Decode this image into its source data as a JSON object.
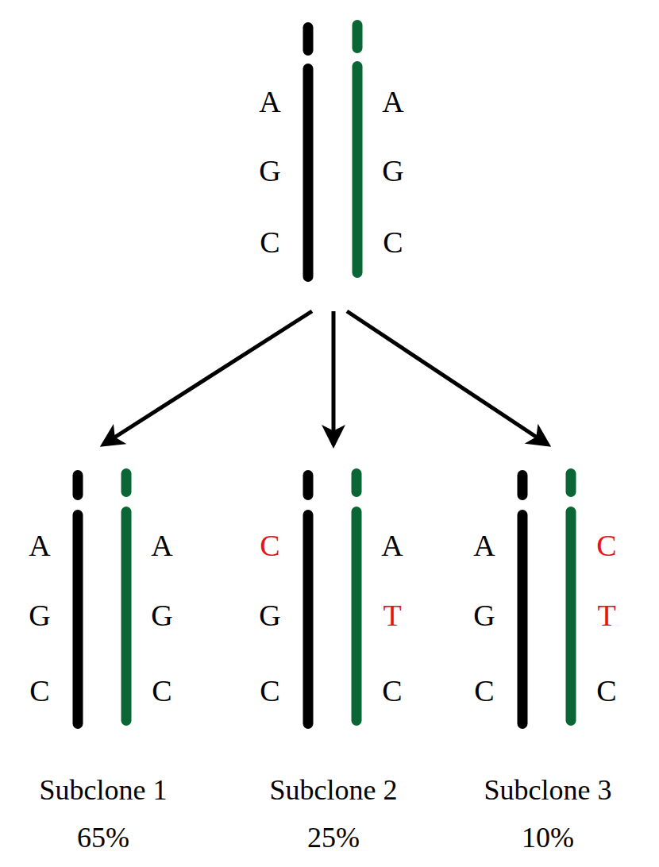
{
  "diagram": {
    "nodes": [
      {
        "text": [
          "A",
          "G",
          "C",
          "A",
          "G",
          "C"
        ]
      },
      {
        "text": [
          "A",
          "G",
          "C",
          "A",
          "G",
          "C",
          "Subclone 1",
          "65%"
        ]
      },
      {
        "text": [
          "C",
          "G",
          "C",
          "A",
          "T",
          "C",
          "Subclone 2",
          "25%"
        ]
      },
      {
        "text": [
          "A",
          "G",
          "C",
          "C",
          "T",
          "C",
          "Subclone 3",
          "10%"
        ]
      }
    ],
    "edges": [
      {
        "from": 0,
        "to": 1,
        "arrow": "to"
      },
      {
        "from": 0,
        "to": 2,
        "arrow": "to"
      },
      {
        "from": 0,
        "to": 3,
        "arrow": "to"
      }
    ]
  }
}
